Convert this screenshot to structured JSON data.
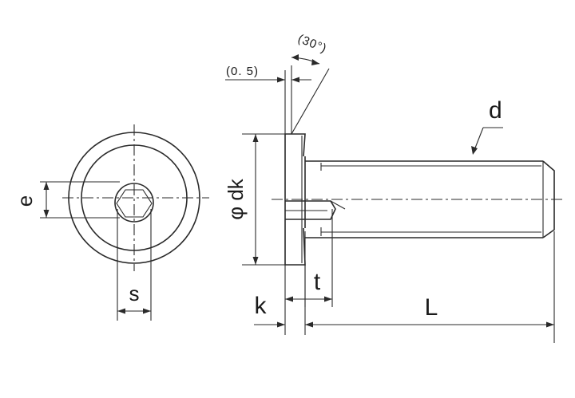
{
  "labels": {
    "e": "e",
    "s": "s",
    "phi_dk": "φ dk",
    "d": "d",
    "t": "t",
    "k": "k",
    "L": "L",
    "offset": "(0. 5)",
    "angle": "(30°)"
  }
}
